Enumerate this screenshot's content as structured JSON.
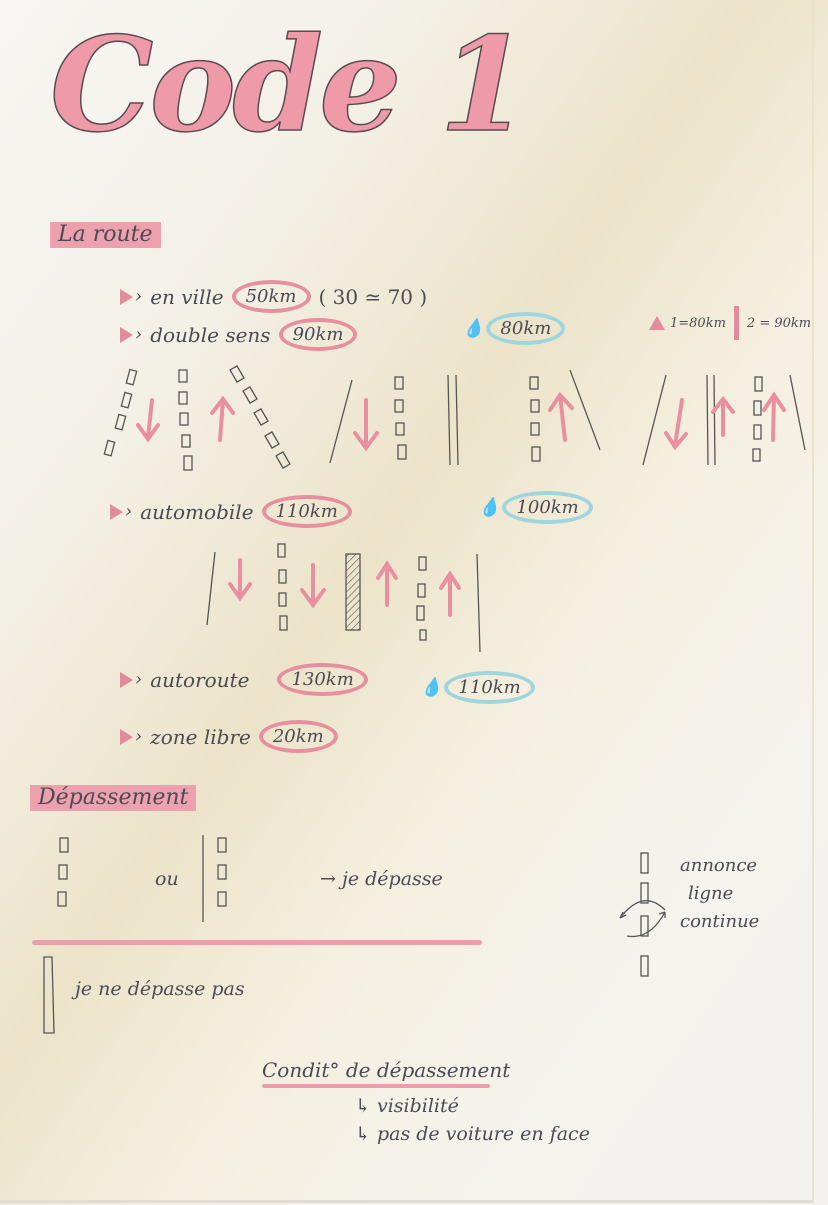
{
  "title": "Code 1",
  "section_route": {
    "heading": "La route",
    "items": [
      {
        "label": "en ville",
        "speed": "50km",
        "note": "( 30 ≃ 70 )"
      },
      {
        "label": "double sens",
        "speed": "90km",
        "rain_speed": "80km"
      },
      {
        "label": "automobile",
        "speed": "110km",
        "rain_speed": "100km"
      },
      {
        "label": "autoroute",
        "speed": "130km",
        "rain_speed": "110km"
      },
      {
        "label": "zone libre",
        "speed": "20km"
      }
    ],
    "lane_note": {
      "left": "1=80km",
      "right": "2 = 90km"
    }
  },
  "section_overtaking": {
    "heading": "Dépassement",
    "or_label": "ou",
    "overtake_label": "→ je dépasse",
    "no_overtake_label": "je ne dépasse pas",
    "announce_label": [
      "annonce",
      "ligne",
      "continue"
    ],
    "conditions_title": "Condit° de dépassement",
    "conditions": [
      "↳ visibilité",
      "↳ pas de voiture en face"
    ]
  },
  "colors": {
    "pink": "#eda0ad",
    "blue": "#9fd6de",
    "ink": "#4b4b55"
  }
}
